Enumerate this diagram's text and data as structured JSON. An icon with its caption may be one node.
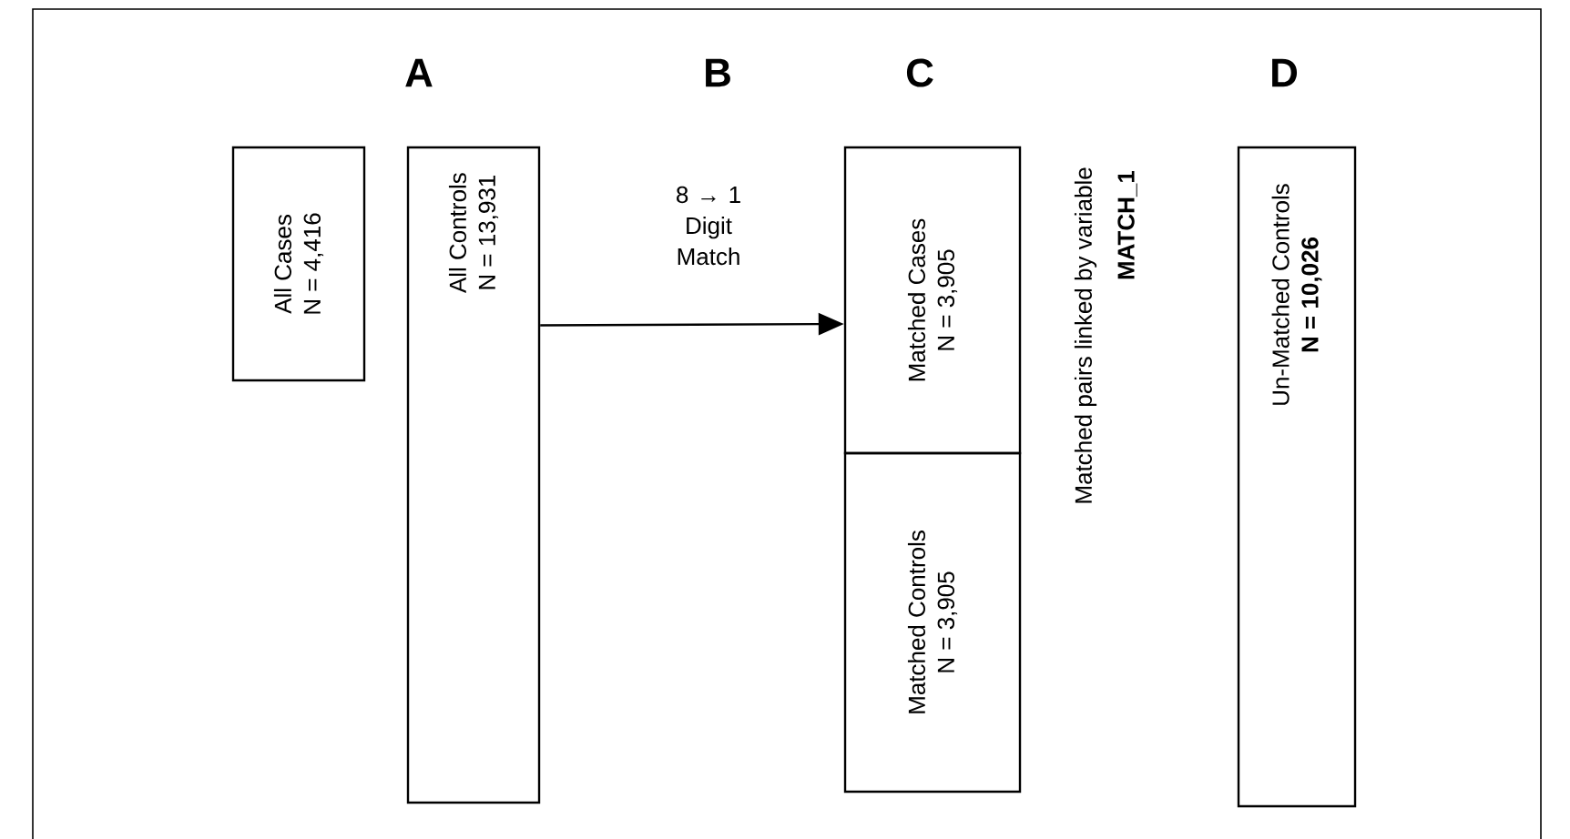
{
  "diagram": {
    "nodes": [
      {
        "text": [
          "All Cases",
          "N = 4,416"
        ]
      },
      {
        "text": [
          "All Controls",
          "N = 13,931"
        ]
      },
      {
        "text": [
          "Matched Cases",
          "N = 3,905"
        ]
      },
      {
        "text": [
          "Matched Controls",
          "N = 3,905"
        ]
      },
      {
        "text": [
          "Un-Matched Controls",
          "N = 10,026"
        ]
      }
    ],
    "edges": [
      {
        "from": 1,
        "to": 2,
        "arrow": "to",
        "label": "8 → 1 Digit Match"
      }
    ],
    "labels": [
      "A",
      "B",
      "C",
      "D",
      "Matched pairs linked by variable",
      "MATCH_1"
    ]
  }
}
